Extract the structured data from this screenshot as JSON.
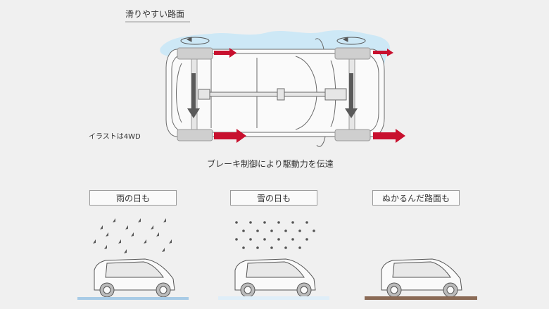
{
  "labels": {
    "slippery_road": "滑りやすい路面",
    "illustration_note": "イラストは4WD",
    "brake_transmission": "ブレーキ制御により駆動力を伝達"
  },
  "conditions": [
    {
      "label": "雨の日も",
      "icon": "rain-drops"
    },
    {
      "label": "雪の日も",
      "icon": "snow-dots"
    },
    {
      "label": "ぬかるんだ路面も",
      "icon": "mud-ground"
    }
  ],
  "colors": {
    "background": "#f0f0f0",
    "ice": "#cde8f6",
    "arrow_red": "#c8102e",
    "arrow_gray": "#5a5a5a",
    "car_outline": "#6a6a6a",
    "mud": "#8a6a55",
    "water": "#a8cbe6"
  }
}
